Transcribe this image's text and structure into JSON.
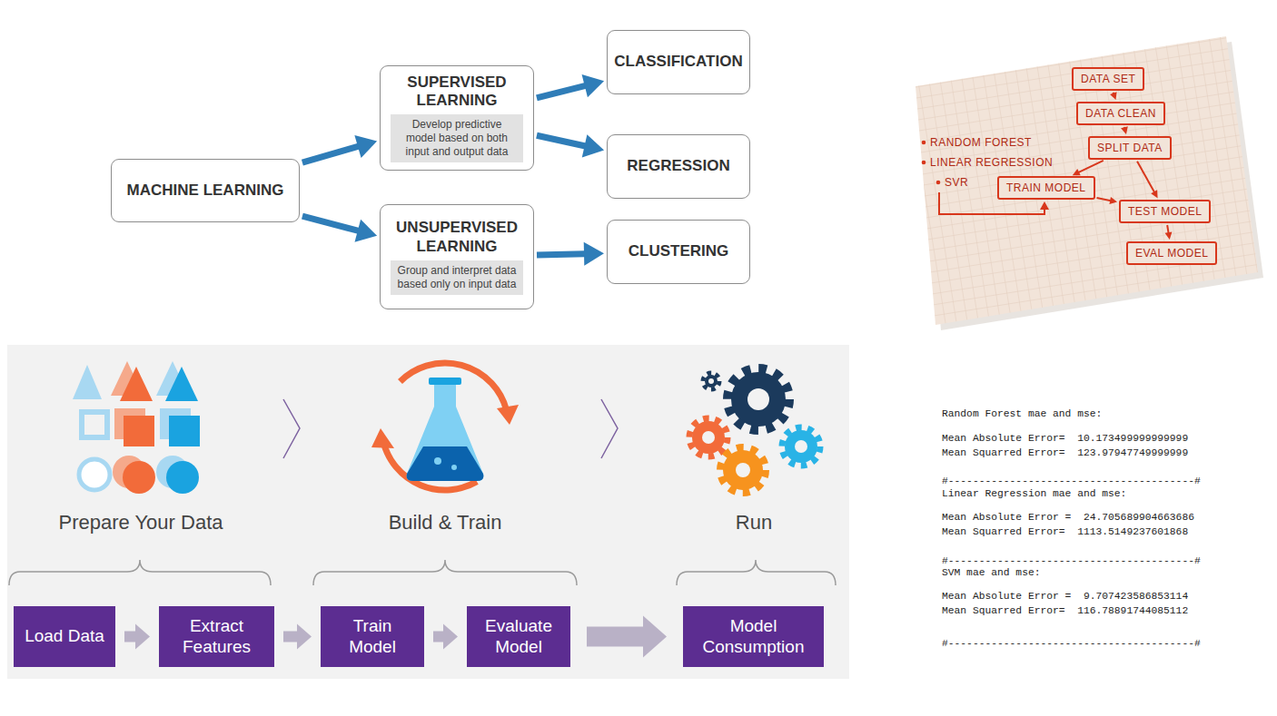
{
  "diagram": {
    "nodes": [
      {
        "text": [
          "MACHINE LEARNING"
        ]
      },
      {
        "text": [
          "SUPERVISED LEARNING",
          "Develop predictive model based on both input and output data"
        ]
      },
      {
        "text": [
          "UNSUPERVISED LEARNING",
          "Group and interpret data based only on input data"
        ]
      },
      {
        "text": [
          "CLASSIFICATION"
        ]
      },
      {
        "text": [
          "REGRESSION"
        ]
      },
      {
        "text": [
          "CLUSTERING"
        ]
      },
      {
        "text": [
          "DATA SET"
        ]
      },
      {
        "text": [
          "DATA CLEAN"
        ]
      },
      {
        "text": [
          "SPLIT DATA"
        ]
      },
      {
        "text": [
          "TRAIN MODEL"
        ]
      },
      {
        "text": [
          "TEST MODEL"
        ]
      },
      {
        "text": [
          "EVAL MODEL"
        ]
      },
      {
        "text": [
          "Load Data"
        ]
      },
      {
        "text": [
          "Extract Features"
        ]
      },
      {
        "text": [
          "Train Model"
        ]
      },
      {
        "text": [
          "Evaluate Model"
        ]
      },
      {
        "text": [
          "Model Consumption"
        ]
      }
    ],
    "edges": [
      {
        "from": 0,
        "to": 1,
        "arrow": "to"
      },
      {
        "from": 0,
        "to": 2,
        "arrow": "to"
      },
      {
        "from": 1,
        "to": 3,
        "arrow": "to"
      },
      {
        "from": 1,
        "to": 4,
        "arrow": "to"
      },
      {
        "from": 2,
        "to": 5,
        "arrow": "to"
      },
      {
        "from": 6,
        "to": 7,
        "arrow": "to"
      },
      {
        "from": 7,
        "to": 8,
        "arrow": "to"
      },
      {
        "from": 8,
        "to": 9,
        "arrow": "to"
      },
      {
        "from": 8,
        "to": 10,
        "arrow": "to"
      },
      {
        "from": 9,
        "to": 10,
        "arrow": "to"
      },
      {
        "from": 10,
        "to": 11,
        "arrow": "to"
      },
      {
        "from": 12,
        "to": 13,
        "arrow": "to"
      },
      {
        "from": 13,
        "to": 14,
        "arrow": "to"
      },
      {
        "from": 14,
        "to": 15,
        "arrow": "to"
      },
      {
        "from": 15,
        "to": 16,
        "arrow": "to"
      }
    ],
    "labels": [
      "RANDOM FOREST",
      "LINEAR REGRESSION",
      "SVR",
      "Prepare Your Data",
      "Build & Train",
      "Run",
      "Random Forest mae and mse:",
      "Mean Absolute Error=  10.173499999999999",
      "Mean Squarred Error=  123.97947749999999",
      "#----------------------------------------#",
      "Linear Regression mae and mse:",
      "Mean Absolute Error =  24.705689904663686",
      "Mean Squarred Error=  1113.5149237601868",
      "#----------------------------------------#",
      "SVM mae and mse:",
      "Mean Absolute Error =  9.707423586853114",
      "Mean Squarred Error=  116.78891744085112",
      "#----------------------------------------#"
    ]
  }
}
